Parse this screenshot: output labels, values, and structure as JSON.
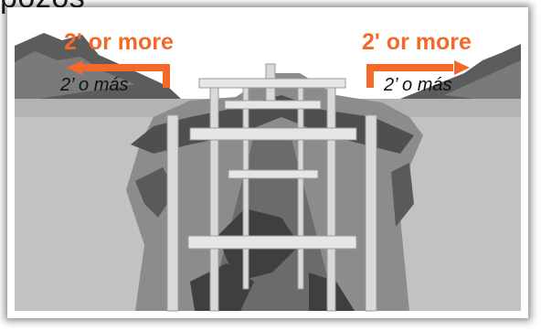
{
  "top_text": "pozos",
  "left_callout": {
    "en": "2' or more",
    "es": "2’ o más"
  },
  "right_callout": {
    "en": "2' or more",
    "es": "2’ o más"
  },
  "colors": {
    "accent": "#f26a2a",
    "ground": "#c2c2c2",
    "excavation": "#8c8c8c",
    "dark_earth": "#565656",
    "shoring": "#d9d9d9"
  },
  "illustration": "trench-shoring-ladder-icon"
}
